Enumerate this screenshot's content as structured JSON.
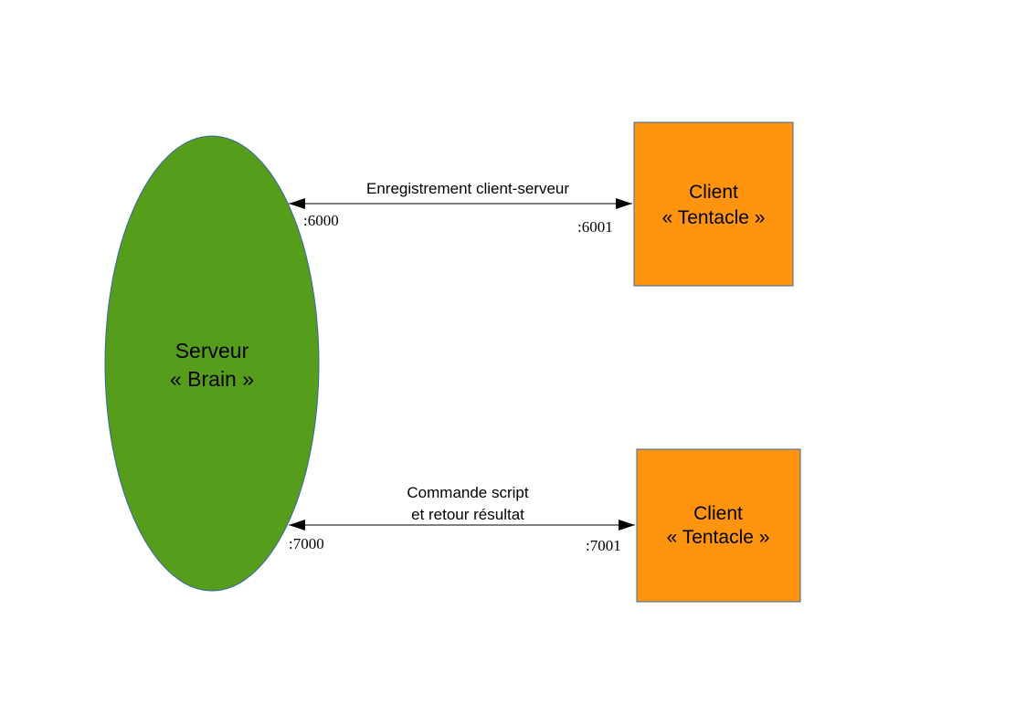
{
  "server": {
    "line1": "Serveur",
    "line2": "« Brain »",
    "color": "#579d1c",
    "outline": "#3465a4"
  },
  "clients": [
    {
      "line1": "Client",
      "line2": "« Tentacle »",
      "color": "#ff950e",
      "outline": "#3465a4"
    },
    {
      "line1": "Client",
      "line2": "« Tentacle »",
      "color": "#ff950e",
      "outline": "#3465a4"
    }
  ],
  "links": [
    {
      "label_lines": [
        "Enregistrement client-serveur"
      ],
      "server_port": ":6000",
      "client_port": ":6001"
    },
    {
      "label_lines": [
        "Commande script",
        "et retour résultat"
      ],
      "server_port": ":7000",
      "client_port": ":7001"
    }
  ],
  "colors": {
    "arrow": "#000000",
    "text": "#000000"
  }
}
